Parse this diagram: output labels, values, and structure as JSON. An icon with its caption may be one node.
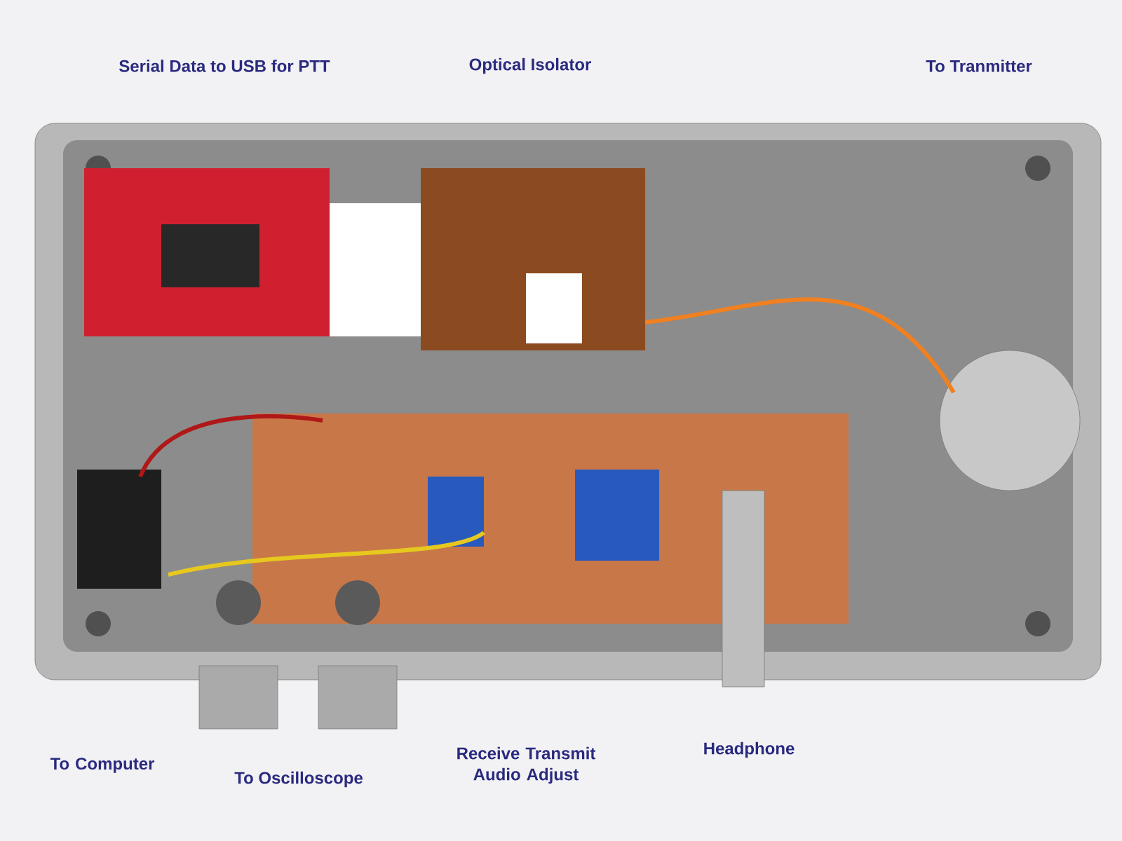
{
  "diagram": {
    "labels": [
      "Serial Data to USB for PTT",
      "Optical Isolator",
      "To Tranmitter",
      "To Computer",
      "To Oscilloscope",
      "Receive Transmit Audio Adjust",
      "Headphone"
    ]
  }
}
